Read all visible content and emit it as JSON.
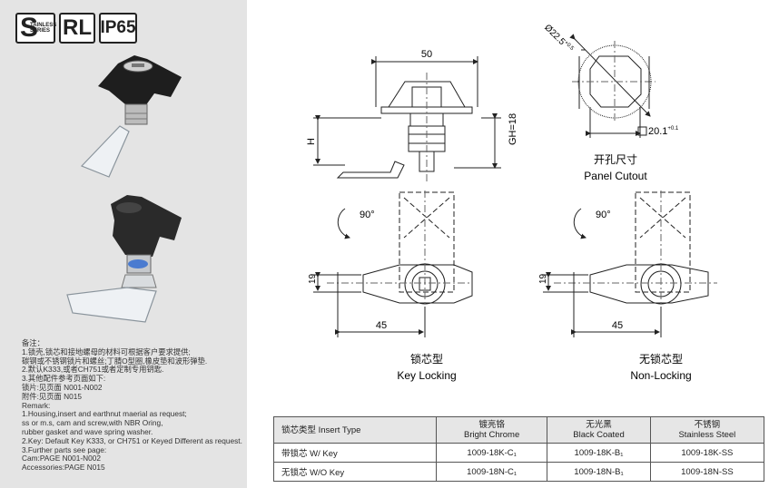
{
  "badges": {
    "s_letter": "S",
    "s_sub1": "TAINLESS",
    "s_sub2": "SERIES",
    "rl": "RL",
    "ip": "IP65"
  },
  "notes": [
    "备注：",
    "1.锁壳,锁芯和接地螺母的材料可根据客户要求提供;",
    "碳钢或不锈钢锁片和螺丝;丁腈O型圈,橡皮垫和波形弹垫.",
    "2.默认K333,或者CH751或者定制专用钥匙.",
    "3.其他配件参考页面如下:",
    "锁片:见页面 N001-N002",
    "附件:见页面 N015",
    "Remark:",
    "1.Housing,insert and earthnut maerial as request;",
    "ss or m.s, cam and screw,with NBR Oring,",
    "rubber gasket and wave spring washer.",
    "2.Key: Default Key K333, or CH751 or Keyed Different as request.",
    "3.Further parts see page:",
    "Cam:PAGE N001-N002",
    "Accessories:PAGE N015"
  ],
  "drawing": {
    "dim_50": "50",
    "dim_h": "H",
    "dim_gh": "GH=18",
    "dim_dia": "Ø22.5",
    "dim_dia_tol": "+0.5",
    "dim_square": "20.1",
    "dim_square_tol": "+0.1",
    "cutout_cn": "开孔尺寸",
    "cutout_en": "Panel Cutout",
    "rot_left": "90°",
    "rot_right": "90°",
    "dim_19_left": "19",
    "dim_19_right": "19",
    "dim_45_left": "45",
    "dim_45_right": "45",
    "key_cn": "锁芯型",
    "key_en": "Key Locking",
    "nonkey_cn": "无锁芯型",
    "nonkey_en": "Non-Locking"
  },
  "table": {
    "header": [
      {
        "cn": "锁芯类型 Insert Type",
        "en": ""
      },
      {
        "cn": "镀亮铬",
        "en": "Bright Chrome"
      },
      {
        "cn": "无光黑",
        "en": "Black Coated"
      },
      {
        "cn": "不锈钢",
        "en": "Stainless Steel"
      }
    ],
    "rows": [
      [
        "带锁芯 W/ Key",
        "1009-18K-C₁",
        "1009-18K-B₁",
        "1009-18K-SS"
      ],
      [
        "无锁芯 W/O Key",
        "1009-18N-C₁",
        "1009-18N-B₁",
        "1009-18N-SS"
      ]
    ]
  }
}
